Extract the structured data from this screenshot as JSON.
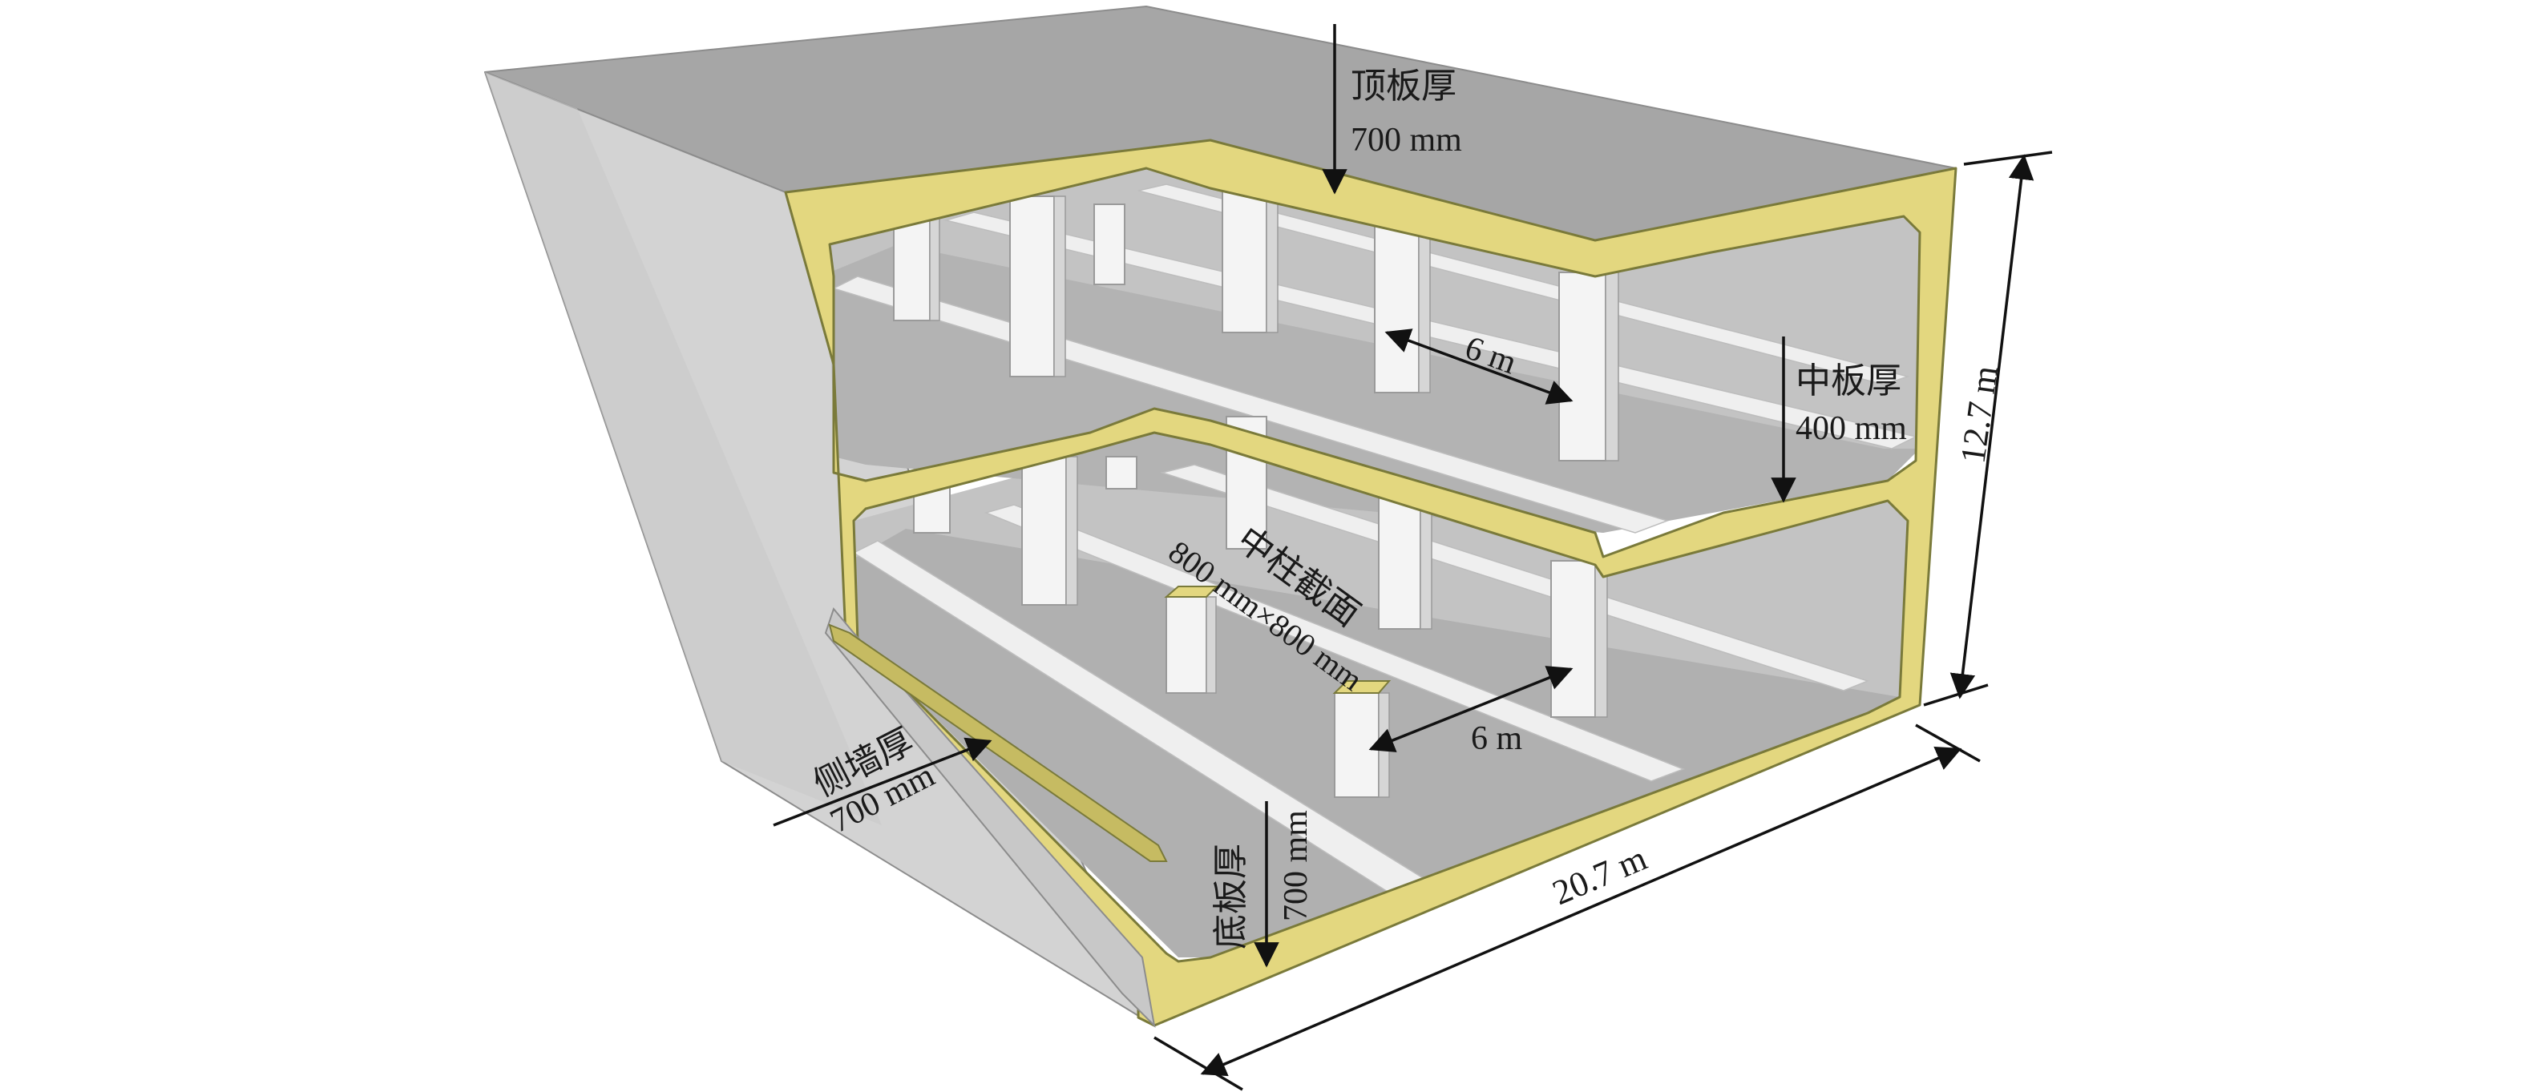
{
  "labels": {
    "roof_slab": "顶板厚",
    "roof_slab_value": "700 mm",
    "middle_slab": "中板厚",
    "middle_slab_value": "400 mm",
    "side_wall": "侧墙厚",
    "side_wall_value": "700 mm",
    "bottom_slab": "底板厚",
    "bottom_slab_value": "700 mm",
    "column_section": "中柱截面",
    "column_section_value": "800 mm×800 mm",
    "column_spacing_upper": "6 m",
    "column_spacing_lower": "6 m",
    "total_width": "20.7 m",
    "total_height": "12.7 m"
  },
  "colors": {
    "concrete_top": "#a6a6a6",
    "concrete_side": "#d2d2d2",
    "slab_surface": "#b8b8b8",
    "section_cut": "#e3d77f",
    "section_edge": "#7a7a3a",
    "column_face": "#f4f4f4",
    "column_shade": "#d9d9d9",
    "beam": "#f1f1f1"
  }
}
